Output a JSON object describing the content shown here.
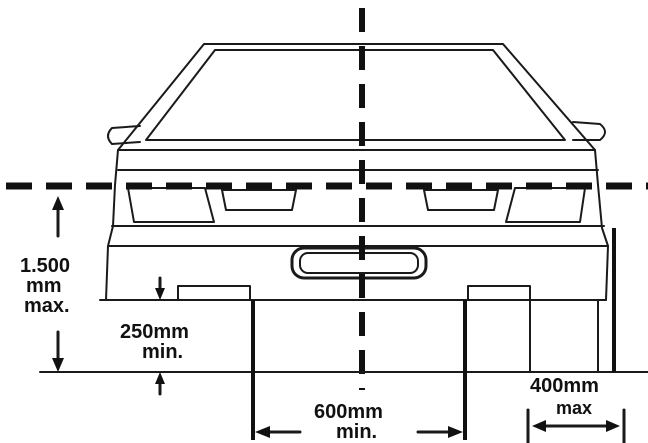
{
  "labels": {
    "height_max_value": "1.500",
    "height_max_unit": "mm",
    "height_max_qual": "max.",
    "ground_min_value": "250mm",
    "ground_min_qual": "min.",
    "spacing_min_value": "600mm",
    "spacing_min_qual": "min.",
    "edge_max_value": "400mm",
    "edge_max_qual": "max"
  }
}
